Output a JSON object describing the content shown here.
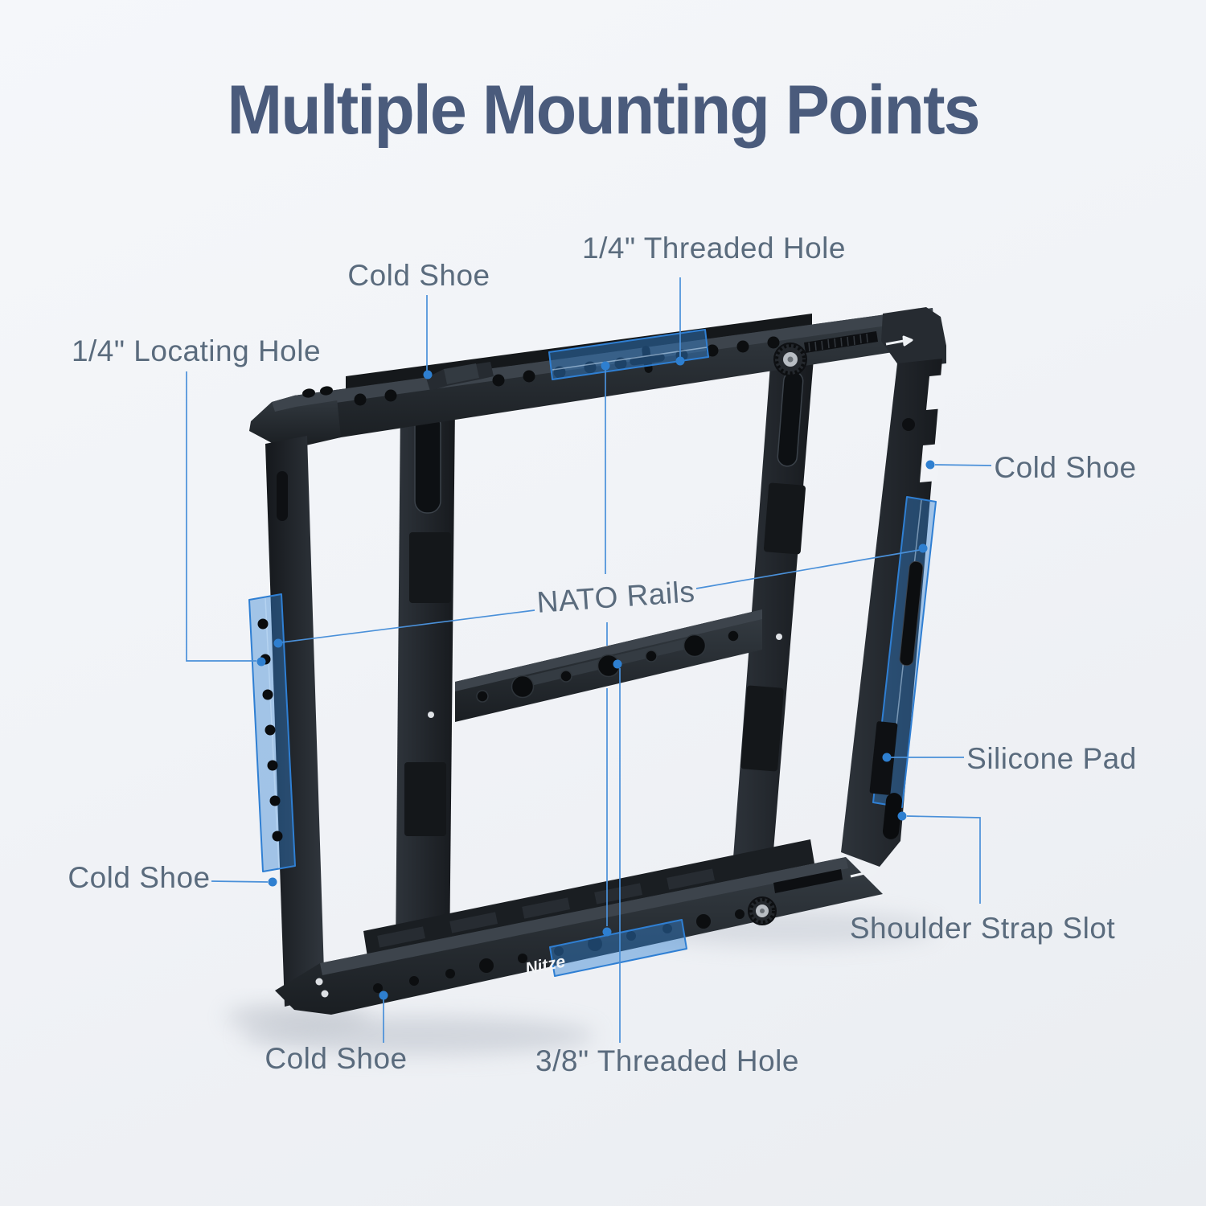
{
  "title": {
    "text": "Multiple Mounting Points",
    "color": "#4a5b7c"
  },
  "brand": {
    "logo_text": "Nitze"
  },
  "colors": {
    "background": "#f1f3f7",
    "accent_blue": "#2e7fd0",
    "callout_line": "#4a90d9",
    "label_text": "#5a6b7d",
    "cage_dark": "#1b1f23",
    "cage_mid": "#2c3238",
    "cage_highlight": "#3d444c"
  },
  "callouts": [
    {
      "id": "cold-shoe-top",
      "label": "Cold Shoe"
    },
    {
      "id": "quarter-threaded-hole",
      "label": "1/4\" Threaded Hole"
    },
    {
      "id": "quarter-locating-hole",
      "label": "1/4\" Locating Hole"
    },
    {
      "id": "cold-shoe-right",
      "label": "Cold Shoe"
    },
    {
      "id": "nato-rails",
      "label": "NATO Rails"
    },
    {
      "id": "silicone-pad",
      "label": "Silicone Pad"
    },
    {
      "id": "shoulder-strap-slot",
      "label": "Shoulder Strap Slot"
    },
    {
      "id": "cold-shoe-left",
      "label": "Cold Shoe"
    },
    {
      "id": "cold-shoe-bottom",
      "label": "Cold Shoe"
    },
    {
      "id": "three-eighths-threaded-hole",
      "label": "3/8\" Threaded Hole"
    }
  ]
}
